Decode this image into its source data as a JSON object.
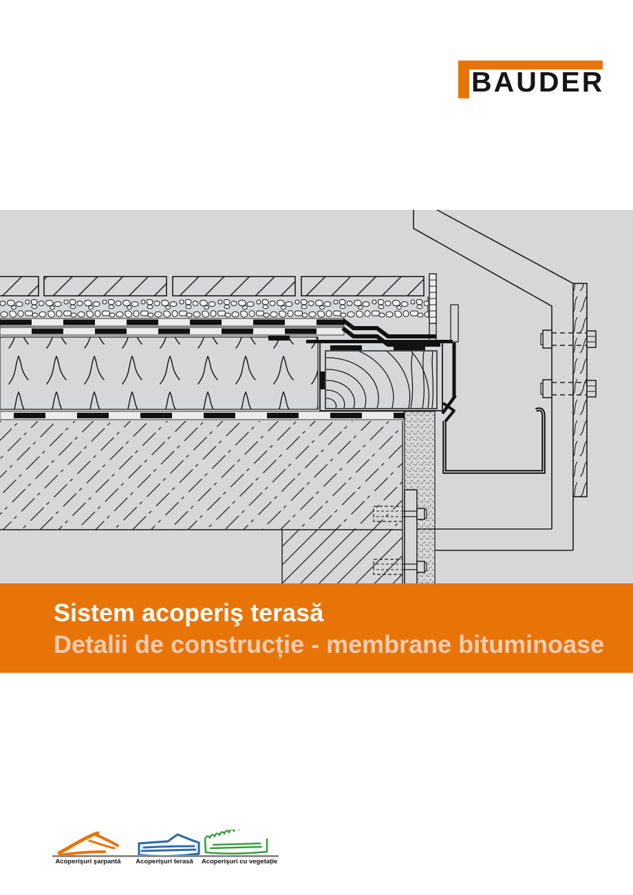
{
  "logo": {
    "text": "BAUDER",
    "accent_color": "#e87408",
    "text_color": "#161616"
  },
  "banner": {
    "background": "#e87408",
    "title": "Sistem acoperiş terasă",
    "subtitle": "Detalii de construcție - membrane bituminoase",
    "title_color": "#ffffff",
    "subtitle_color": "#f6ccb3"
  },
  "drawing": {
    "name": "roof-edge-construction-detail",
    "background": "#d6d7d8",
    "line_color": "#1a1a1a"
  },
  "footer": {
    "divider_color": "#8d8d8d",
    "categories": [
      {
        "label": "Acoperişuri şarpantă",
        "icon": "pitched-roof-sketch-icon",
        "color": "#e87408"
      },
      {
        "label": "Acoperişuri terasă",
        "icon": "flat-roof-sketch-icon",
        "color": "#2b6cb0"
      },
      {
        "label": "Acoperişuri cu vegetație",
        "icon": "green-roof-sketch-icon",
        "color": "#33a03a"
      }
    ]
  }
}
